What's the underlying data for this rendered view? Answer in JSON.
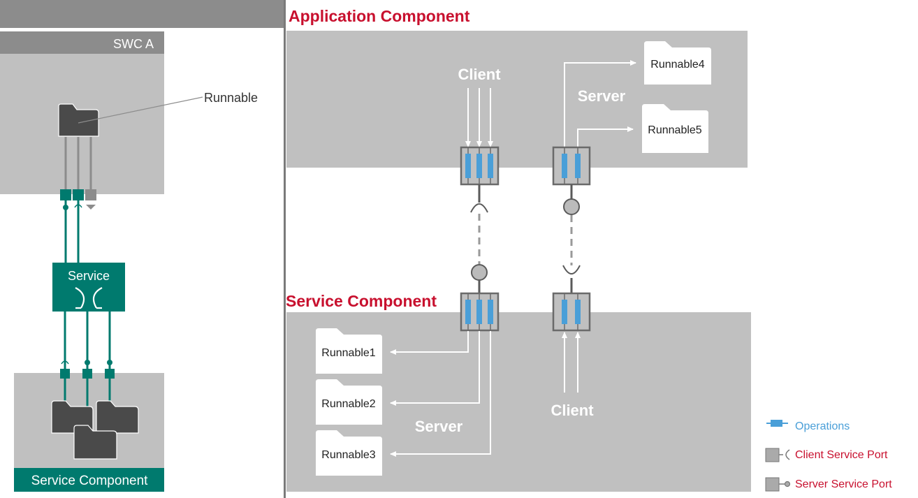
{
  "left_panel": {
    "swc_a_label": "SWC A",
    "runnable_callout": "Runnable",
    "service_box_label": "Service",
    "service_component_label": "Service Component"
  },
  "right_panel": {
    "application_component_title": "Application Component",
    "service_component_title": "Service Component",
    "client_label_top": "Client",
    "server_label_top": "Server",
    "server_label_bottom": "Server",
    "client_label_bottom": "Client",
    "runnables": [
      "Runnable4",
      "Runnable5",
      "Runnable1",
      "Runnable2",
      "Runnable3"
    ]
  },
  "legend": {
    "operations": "Operations",
    "client_service_port": "Client Service Port",
    "server_service_port": "Server Service Port"
  },
  "colors": {
    "title_red": "#c8102e",
    "teal": "#007a6e",
    "legend_blue": "#4a9fd8",
    "panel_gray": "#c0c0c0",
    "dark_gray": "#4a4a4a"
  }
}
